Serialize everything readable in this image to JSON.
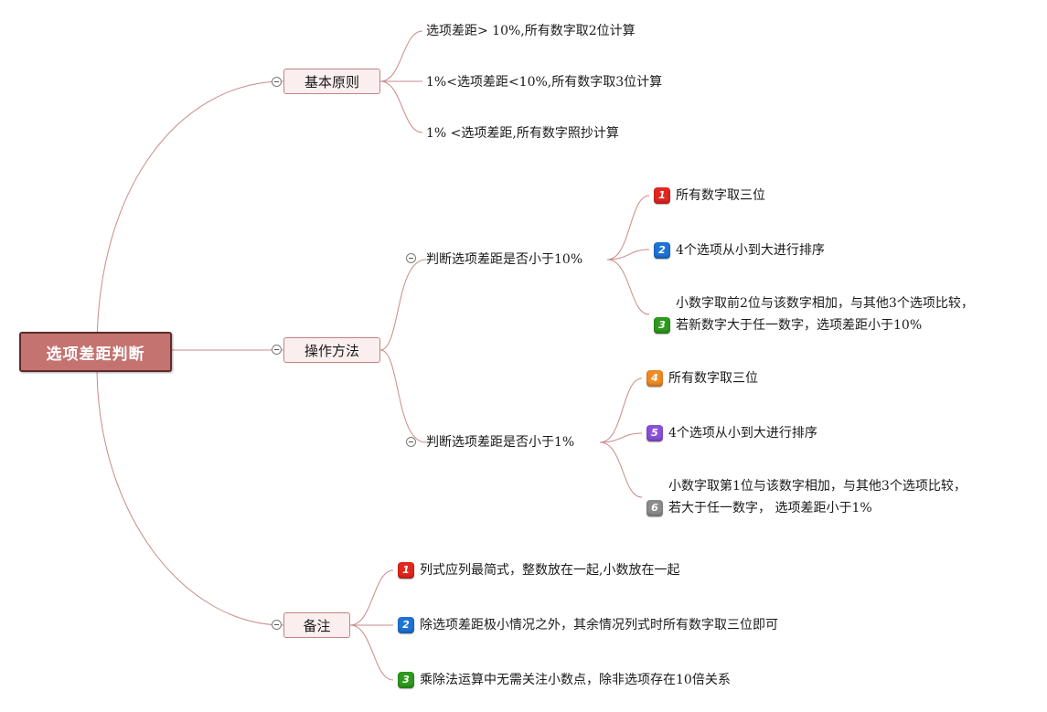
{
  "root": "选项差距判断",
  "colors": {
    "line": "#c98a88",
    "root_fill": "#c47370",
    "root_border": "#5e2b2a",
    "branch_fill": "#fbeeee",
    "branch_border": "#c08482",
    "badges": [
      "#e3271f",
      "#1e74d6",
      "#2e9a1e",
      "#ef8b25",
      "#8a52d8",
      "#8c8c8c"
    ]
  },
  "branches": {
    "principle": {
      "label": "基本原则",
      "items": [
        "选项差距> 10%,所有数字取2位计算",
        "1%<选项差距<10%,所有数字取3位计算",
        "1% <选项差距,所有数字照抄计算"
      ]
    },
    "method": {
      "label": "操作方法",
      "sub": [
        {
          "label": "判断选项差距是否小于10%",
          "items": [
            {
              "badge": "1",
              "lines": [
                "所有数字取三位"
              ]
            },
            {
              "badge": "2",
              "lines": [
                "4个选项从小到大进行排序"
              ]
            },
            {
              "badge": "3",
              "lines": [
                "小数字取前2位与该数字相加，与其他3个选项比较，",
                "若新数字大于任一数字，选项差距小于10%"
              ]
            }
          ]
        },
        {
          "label": "判断选项差距是否小于1%",
          "items": [
            {
              "badge": "4",
              "lines": [
                "所有数字取三位"
              ]
            },
            {
              "badge": "5",
              "lines": [
                "4个选项从小到大进行排序"
              ]
            },
            {
              "badge": "6",
              "lines": [
                "小数字取第1位与该数字相加，与其他3个选项比较，",
                "若大于任一数字，  选项差距小于1%"
              ]
            }
          ]
        }
      ]
    },
    "notes": {
      "label": "备注",
      "items": [
        {
          "badge": "1",
          "text": "列式应列最简式，整数放在一起,小数放在一起"
        },
        {
          "badge": "2",
          "text": "除选项差距极小情况之外，其余情况列式时所有数字取三位即可"
        },
        {
          "badge": "3",
          "text": "乘除法运算中无需关注小数点，除非选项存在10倍关系"
        }
      ]
    }
  }
}
